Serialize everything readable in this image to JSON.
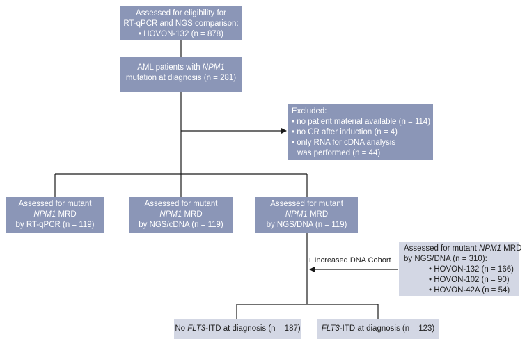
{
  "boxes": {
    "eligibility": {
      "lines": [
        "Assessed for eligibility for",
        "RT-qPCR and NGS comparison:",
        "• HOVON-132 (n = 878)"
      ]
    },
    "aml": {
      "lines": [
        "AML patients with ",
        "NPM1",
        "mutation at diagnosis (n = 281)"
      ]
    },
    "excluded": {
      "lines": [
        "Excluded:",
        "• no patient material available (n = 114)",
        "• no CR after induction (n = 4)",
        "• only RNA for cDNA analysis",
        "was performed (n = 44)"
      ]
    },
    "rtqpcr": {
      "lines": [
        "Assessed for mutant",
        "NPM1",
        " MRD",
        "by RT-qPCR  (n = 119)"
      ]
    },
    "ngscdna": {
      "lines": [
        "Assessed for mutant",
        "NPM1",
        " MRD",
        "by NGS/cDNA  (n = 119)"
      ]
    },
    "ngsdna": {
      "lines": [
        "Assessed for mutant",
        "NPM1",
        " MRD",
        "by NGS/DNA  (n = 119)"
      ]
    },
    "increased": {
      "lines": [
        "Assessed for mutant ",
        "NPM1",
        " MRD",
        "by NGS/DNA  (n = 310):",
        "• HOVON-132 (n = 166)",
        "• HOVON-102 (n = 90)",
        "• HOVON-42A (n = 54)"
      ]
    },
    "no_flt3": {
      "lines": [
        "No ",
        "FLT3",
        "-ITD at diagnosis (n = 187)"
      ]
    },
    "flt3": {
      "lines": [
        "FLT3",
        "-ITD at diagnosis (n = 123)"
      ]
    }
  },
  "arrow_label": "+ Increased DNA Cohort"
}
